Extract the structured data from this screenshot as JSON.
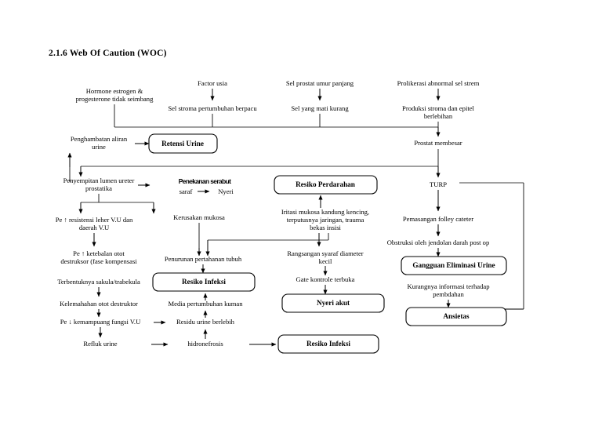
{
  "document": {
    "title": "2.1.6 Web Of Caution (WOC)"
  },
  "diagram": {
    "type": "flowchart",
    "name": "web-of-caution-bph",
    "nodes": [
      {
        "id": "n1",
        "label": "Hormone estrogen &\nprogesterone tidak seimbang",
        "shape": "plain"
      },
      {
        "id": "n2",
        "label": "Factor usia",
        "shape": "plain"
      },
      {
        "id": "n3",
        "label": "Sel prostat umur panjang",
        "shape": "plain"
      },
      {
        "id": "n4",
        "label": "Prolikerasi abnormal sel strem",
        "shape": "plain"
      },
      {
        "id": "n5",
        "label": "Sel stroma pertumbuhan berpacu",
        "shape": "plain"
      },
      {
        "id": "n6",
        "label": "Sel yang mati kurang",
        "shape": "plain"
      },
      {
        "id": "n7",
        "label": "Produksi stroma dan epitel\nberlebihan",
        "shape": "plain"
      },
      {
        "id": "n8",
        "label": "Prostat membesar",
        "shape": "plain"
      },
      {
        "id": "n9",
        "label": "Penghambatan aliran\nurine",
        "shape": "plain"
      },
      {
        "id": "n10",
        "label": "Retensi Urine",
        "shape": "rounded-box"
      },
      {
        "id": "n11",
        "label": "Penyempitan lumen ureter\nprostatika",
        "shape": "plain"
      },
      {
        "id": "n12",
        "label": "Penekanan serabut",
        "shape": "plain-emphasis"
      },
      {
        "id": "n13",
        "label": "saraf",
        "shape": "plain"
      },
      {
        "id": "n14",
        "label": "Nyeri",
        "shape": "plain"
      },
      {
        "id": "n15",
        "label": "Resiko Perdarahan",
        "shape": "rounded-box"
      },
      {
        "id": "n16",
        "label": "TURP",
        "shape": "plain"
      },
      {
        "id": "n17",
        "label": "Pe ↑ resistensi leher V.U dan\ndaerah V.U",
        "shape": "plain"
      },
      {
        "id": "n18",
        "label": "Kerusakan mukosa",
        "shape": "plain"
      },
      {
        "id": "n19",
        "label": "Iritasi mukosa kandung kencing,\nterputusnya jaringan, trauma\nbekas insisi",
        "shape": "plain"
      },
      {
        "id": "n20",
        "label": "Pemasangan folley cateter",
        "shape": "plain"
      },
      {
        "id": "n21",
        "label": "Pe ↑ ketebalan otot\ndestruksor (fase kompensasi",
        "shape": "plain"
      },
      {
        "id": "n22",
        "label": "Obstruksi oleh jendolan darah post op",
        "shape": "plain"
      },
      {
        "id": "n23",
        "label": "Penurunan pertahanan tubuh",
        "shape": "plain"
      },
      {
        "id": "n24",
        "label": "Rangsangan syaraf diameter\nkecil",
        "shape": "plain"
      },
      {
        "id": "n25",
        "label": "Terbentuknya sakula/trabekula",
        "shape": "plain"
      },
      {
        "id": "n26",
        "label": "Gangguan Eliminasi Urine",
        "shape": "rounded-box"
      },
      {
        "id": "n27",
        "label": "Resiko Infeksi",
        "shape": "rounded-box"
      },
      {
        "id": "n28",
        "label": "Gate kontrole terbuka",
        "shape": "plain"
      },
      {
        "id": "n29",
        "label": "Kelemahahan otot destruktor",
        "shape": "plain"
      },
      {
        "id": "n30",
        "label": "Kurangnya informasi terhadap\npembdahan",
        "shape": "plain"
      },
      {
        "id": "n31",
        "label": "Media pertumbuhan kuman",
        "shape": "plain"
      },
      {
        "id": "n32",
        "label": "Nyeri akut",
        "shape": "rounded-box"
      },
      {
        "id": "n33",
        "label": "Pe ↓ kemampuang fungsi V.U",
        "shape": "plain"
      },
      {
        "id": "n34",
        "label": "Residu urine berlebih",
        "shape": "plain"
      },
      {
        "id": "n35",
        "label": "Ansietas",
        "shape": "rounded-box"
      },
      {
        "id": "n36",
        "label": "Refluk urine",
        "shape": "plain"
      },
      {
        "id": "n37",
        "label": "hidronefrosis",
        "shape": "plain"
      },
      {
        "id": "n38",
        "label": "Resiko Infeksi",
        "shape": "rounded-box"
      }
    ],
    "edges": [
      {
        "from": "n1",
        "to": "bus-top"
      },
      {
        "from": "n2",
        "to": "n5"
      },
      {
        "from": "n3",
        "to": "n6"
      },
      {
        "from": "n4",
        "to": "n7"
      },
      {
        "from": "n5",
        "to": "bus-top"
      },
      {
        "from": "n6",
        "to": "bus-top"
      },
      {
        "from": "n7",
        "to": "n8"
      },
      {
        "from": "n8",
        "to": "bus-mid"
      },
      {
        "from": "bus-mid",
        "to": "n11"
      },
      {
        "from": "n11",
        "to": "n9"
      },
      {
        "from": "n9",
        "to": "n10"
      },
      {
        "from": "n11",
        "to": "n12"
      },
      {
        "from": "n13",
        "to": "n14"
      },
      {
        "from": "n11",
        "to": "n17"
      },
      {
        "from": "n12",
        "to": "n18"
      },
      {
        "from": "n16",
        "to": "n20"
      },
      {
        "from": "n19",
        "to": "n15"
      },
      {
        "from": "n19",
        "to": "n24"
      },
      {
        "from": "n20",
        "to": "n22"
      },
      {
        "from": "n22",
        "to": "n26"
      },
      {
        "from": "n17",
        "to": "n21"
      },
      {
        "from": "n21",
        "to": "n25"
      },
      {
        "from": "n18",
        "to": "n23"
      },
      {
        "from": "n19",
        "to": "n23"
      },
      {
        "from": "n23",
        "to": "n27"
      },
      {
        "from": "n24",
        "to": "n28"
      },
      {
        "from": "n28",
        "to": "n32"
      },
      {
        "from": "n25",
        "to": "n29"
      },
      {
        "from": "n29",
        "to": "n33"
      },
      {
        "from": "n31",
        "to": "n27"
      },
      {
        "from": "n34",
        "to": "n31"
      },
      {
        "from": "n33",
        "to": "n34"
      },
      {
        "from": "n33",
        "to": "n36"
      },
      {
        "from": "n37",
        "to": "n34"
      },
      {
        "from": "n36",
        "to": "n37"
      },
      {
        "from": "n37",
        "to": "n38"
      },
      {
        "from": "bus-right",
        "to": "n30"
      },
      {
        "from": "n30",
        "to": "n35"
      }
    ]
  },
  "colors": {
    "page_background": "#ffffff",
    "ink": "#000000",
    "box_stroke": "#000000",
    "box_fill": "#ffffff"
  }
}
